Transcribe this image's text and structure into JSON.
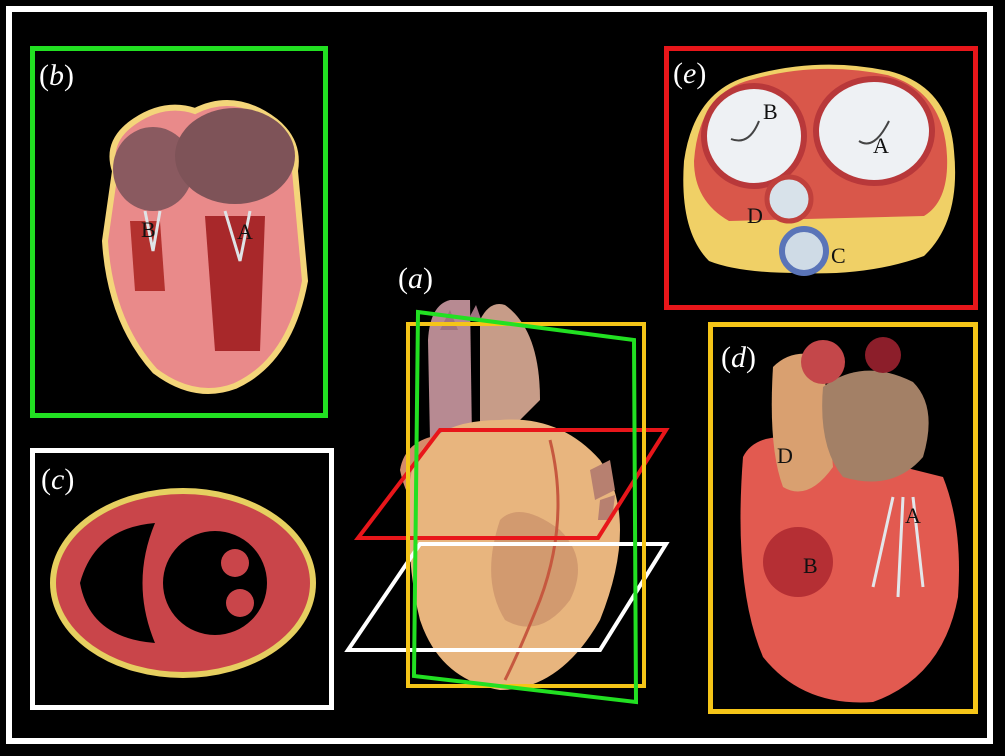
{
  "panels": {
    "a": {
      "letter": "a"
    },
    "b": {
      "letter": "b",
      "labels": {
        "A": "A",
        "B": "B"
      }
    },
    "c": {
      "letter": "c"
    },
    "d": {
      "letter": "d",
      "labels": {
        "A": "A",
        "B": "B",
        "D": "D"
      }
    },
    "e": {
      "letter": "e",
      "labels": {
        "A": "A",
        "B": "B",
        "C": "C",
        "D": "D"
      }
    }
  },
  "colors": {
    "b": "#22e022",
    "c": "#ffffff",
    "d": "#f5c518",
    "e": "#e8161a",
    "background": "#000000"
  }
}
